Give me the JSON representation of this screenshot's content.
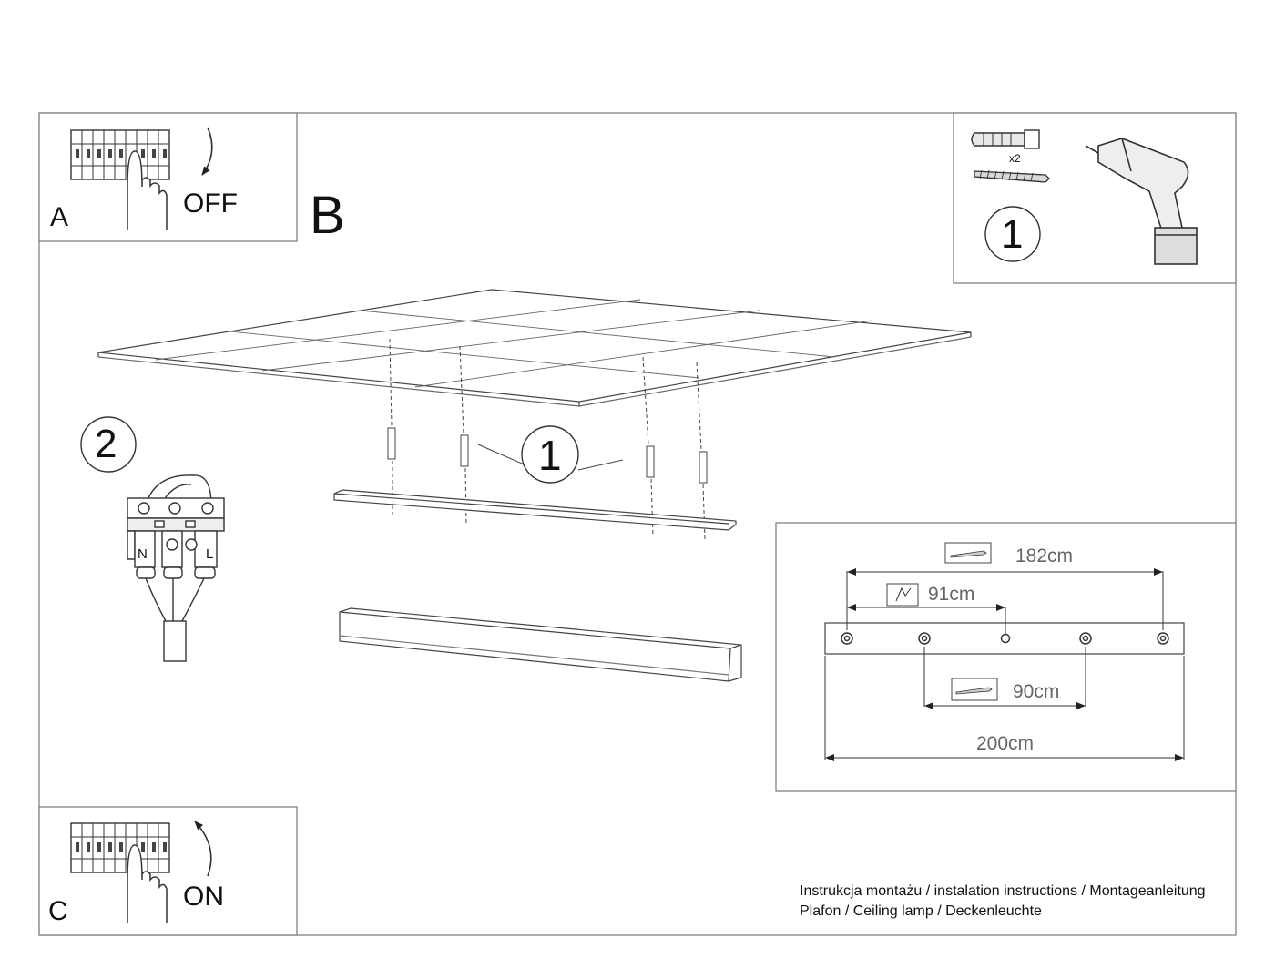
{
  "panels": {
    "a": {
      "letter": "A",
      "state": "OFF"
    },
    "b": {
      "letter": "B"
    },
    "c": {
      "letter": "C",
      "state": "ON"
    }
  },
  "steps": {
    "tools": {
      "number": "1",
      "quantity": "x2"
    },
    "mounting": {
      "number": "1"
    },
    "wiring": {
      "number": "2",
      "terminals": [
        "N",
        "L"
      ]
    }
  },
  "dimensions": {
    "total": "200cm",
    "outer_holes": "182cm",
    "center_offset": "91cm",
    "inner_holes": "90cm"
  },
  "footer": {
    "line1": "Instrukcja montażu / instalation instructions / Montageanleitung",
    "line2": "Plafon / Ceiling lamp / Deckenleuchte"
  },
  "icons": {
    "breaker": "circuit-breaker-icon",
    "hand": "pointing-hand-icon",
    "arrow_down": "curved-arrow-down-icon",
    "arrow_up": "curved-arrow-up-icon",
    "drill": "drill-icon",
    "plug": "wall-plug-icon",
    "screw": "screw-icon",
    "terminal": "terminal-block-icon"
  }
}
